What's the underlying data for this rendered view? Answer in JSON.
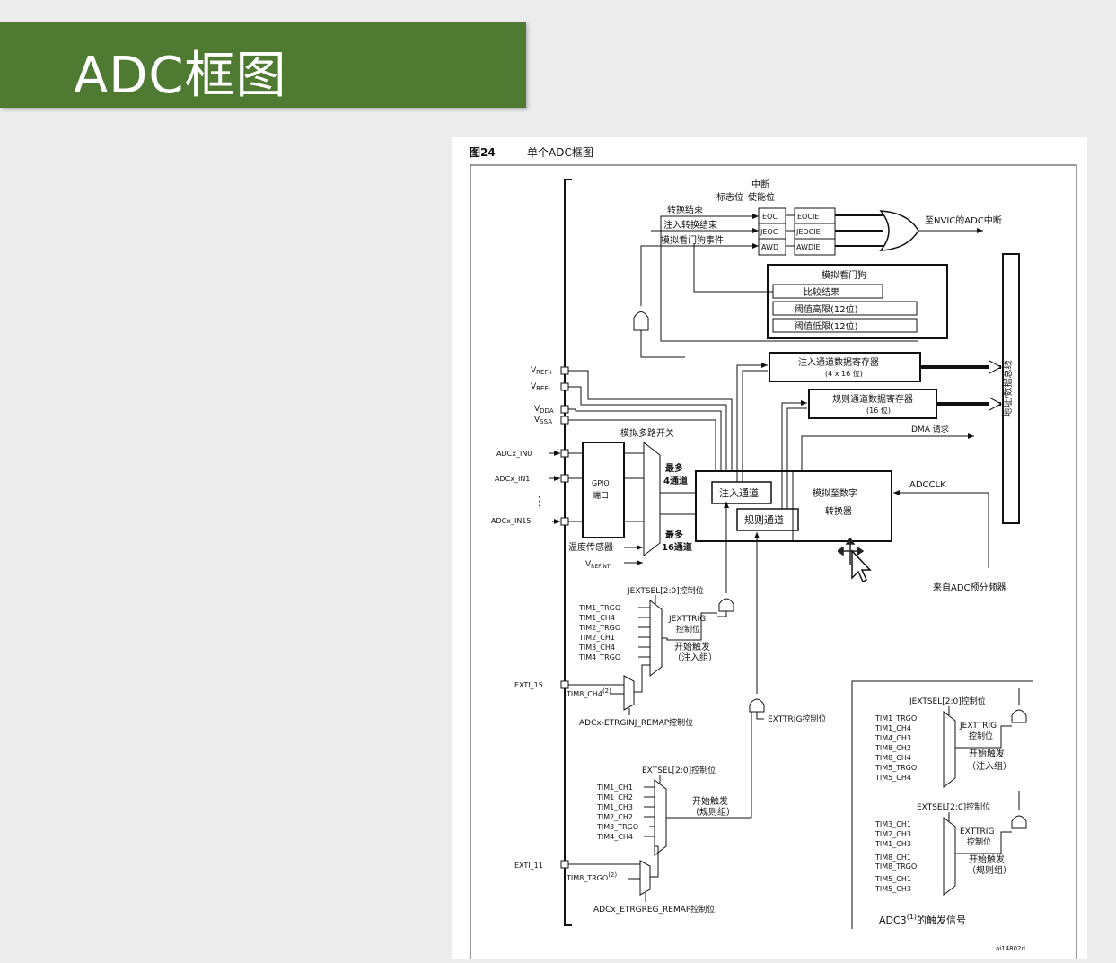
{
  "slide": {
    "title": "ADC框图"
  },
  "figure": {
    "number": "图24",
    "caption": "单个ADC框图",
    "doc_id": "ai14802d",
    "flags": {
      "eoc_end_label": "转换结束",
      "jeoc_end_label": "注入转换结束",
      "awd_event_label": "模拟看门狗事件",
      "flag_bits_label": "标志位",
      "int_enable_label_1": "中断",
      "int_enable_label_2": "使能位",
      "eoc": "EOC",
      "jeoc": "JEOC",
      "awd": "AWD",
      "eocie": "EOCIE",
      "jeocie": "JEOCIE",
      "awdie": "AWDIE",
      "nvic_label": "至NVIC的ADC中断"
    },
    "watchdog": {
      "title": "模拟看门狗",
      "compare": "比较结果",
      "high": "阈值高限(12位)",
      "low": "阈值低限(12位)"
    },
    "registers": {
      "injected_title": "注入通道数据寄存器",
      "injected_size": "(4 x 16 位)",
      "regular_title": "规则通道数据寄存器",
      "regular_size": "(16 位)",
      "dma": "DMA 请求",
      "bus": "地址/数据总线"
    },
    "pins": {
      "vref_p_main": "V",
      "vref_p_sub": "REF+",
      "vref_m_main": "V",
      "vref_m_sub": "REF-",
      "vdda_main": "V",
      "vdda_sub": "DDA",
      "vssa_main": "V",
      "vssa_sub": "SSA",
      "in0": "ADCx_IN0",
      "in1": "ADCx_IN1",
      "dots": "⋮",
      "in15": "ADCx_IN15"
    },
    "mux": {
      "analog_mux": "模拟多路开关",
      "gpio_1": "GPIO",
      "gpio_2": "端口",
      "max4_1": "最多",
      "max4_2": "4通道",
      "max16_1": "最多",
      "max16_2": "16通道",
      "temp_sensor": "温度传感器",
      "vrefint_main": "V",
      "vrefint_sub": "REFINT"
    },
    "adc": {
      "injected": "注入通道",
      "regular": "规则通道",
      "core_1": "模拟至数字",
      "core_2": "转换器",
      "adcclk": "ADCCLK",
      "prescaler": "来自ADC预分频器"
    },
    "jext": {
      "sel_label": "JEXTSEL[2:0]控制位",
      "inputs": [
        "TIM1_TRGO",
        "TIM1_CH4",
        "TIM2_TRGO",
        "TIM2_CH1",
        "TIM3_CH4",
        "TIM4_TRGO"
      ],
      "trig_1": "JEXTTRIG",
      "trig_2": "控制位",
      "start_1": "开始触发",
      "start_2": "（注入组）",
      "exti": "EXTI_15",
      "tim8": "TIM8_CH4",
      "note": "(2)",
      "remap": "ADCx-ETRGINJ_REMAP控制位"
    },
    "ext": {
      "trig_label": "EXTTRIG控制位",
      "sel_label": "EXTSEL[2:0]控制位",
      "inputs": [
        "TIM1_CH1",
        "TIM1_CH2",
        "TIM1_CH3",
        "TIM2_CH2",
        "TIM3_TRGO",
        "TIM4_CH4"
      ],
      "start_1": "开始触发",
      "start_2": "（规则组）",
      "exti": "EXTI_11",
      "tim8": "TIM8_TRGO",
      "note": "(2)",
      "remap": "ADCx_ETRGREG_REMAP控制位"
    },
    "adc3": {
      "jsel_label": "JEXTSEL[2:0]控制位",
      "jinputs": [
        "TIM1_TRGO",
        "TIM1_CH4",
        "TIM4_CH3",
        "TIM8_CH2",
        "TIM8_CH4",
        "TIM5_TRGO",
        "TIM5_CH4"
      ],
      "jtrig_1": "JEXTTRIG",
      "jtrig_2": "控制位",
      "jstart_1": "开始触发",
      "jstart_2": "（注入组）",
      "sel_label": "EXTSEL[2:0]控制位",
      "inputs": [
        "TIM3_CH1",
        "TIM2_CH3",
        "TIM1_CH3",
        "TIM8_CH1",
        "TIM8_TRGO",
        "TIM5_CH1",
        "TIM5_CH3"
      ],
      "trig_1": "EXTTRIG",
      "trig_2": "控制位",
      "start_1": "开始触发",
      "start_2": "（规则组）",
      "caption_a": "ADC3",
      "caption_note": "(1)",
      "caption_b": "的触发信号"
    }
  }
}
